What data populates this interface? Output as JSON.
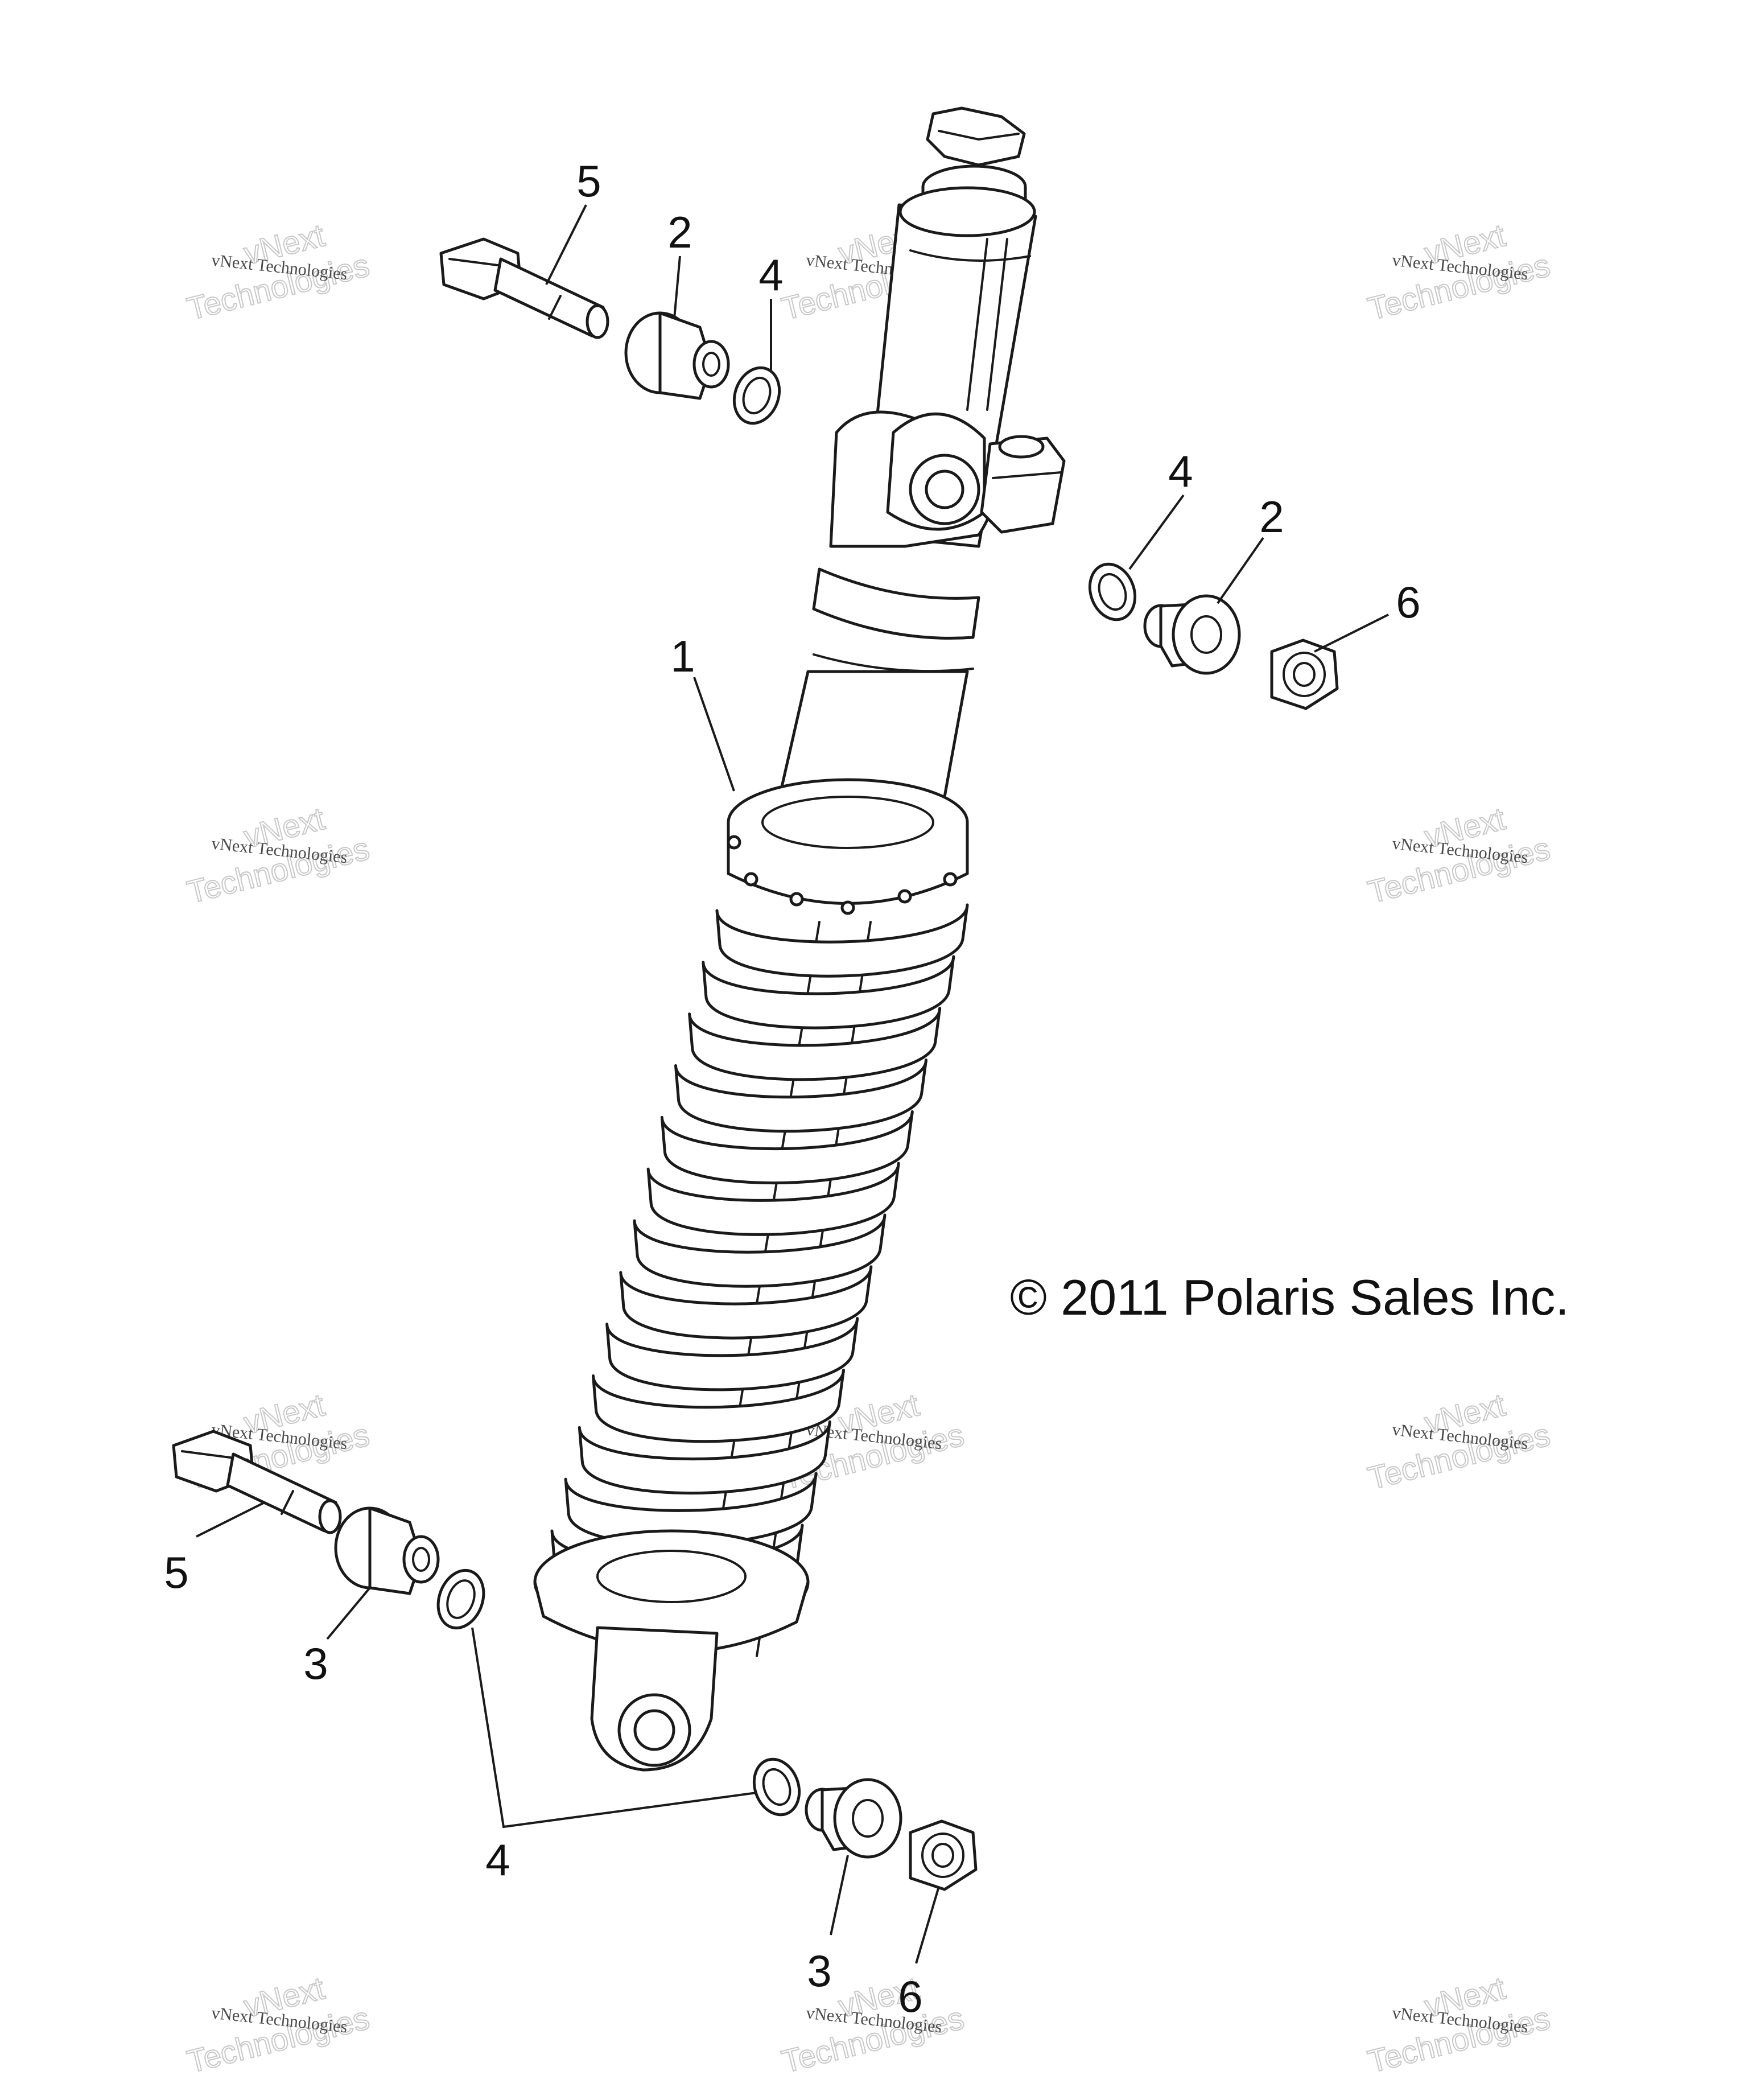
{
  "diagram": {
    "copyright": "© 2011 Polaris Sales Inc.",
    "watermark": {
      "line1": "vNext Technologies",
      "line2": "vNext",
      "line3": "Technologies"
    },
    "callouts": {
      "shock_assembly": "1",
      "upper_bushing": "2",
      "upper_right_bushing": "2",
      "lower_left_bushing": "3",
      "lower_right_bushing": "3",
      "upper_washer": "4",
      "upper_right_washer": "4",
      "lower_washers": "4",
      "upper_bolt": "5",
      "lower_bolt": "5",
      "upper_nut": "6",
      "lower_nut": "6"
    }
  }
}
